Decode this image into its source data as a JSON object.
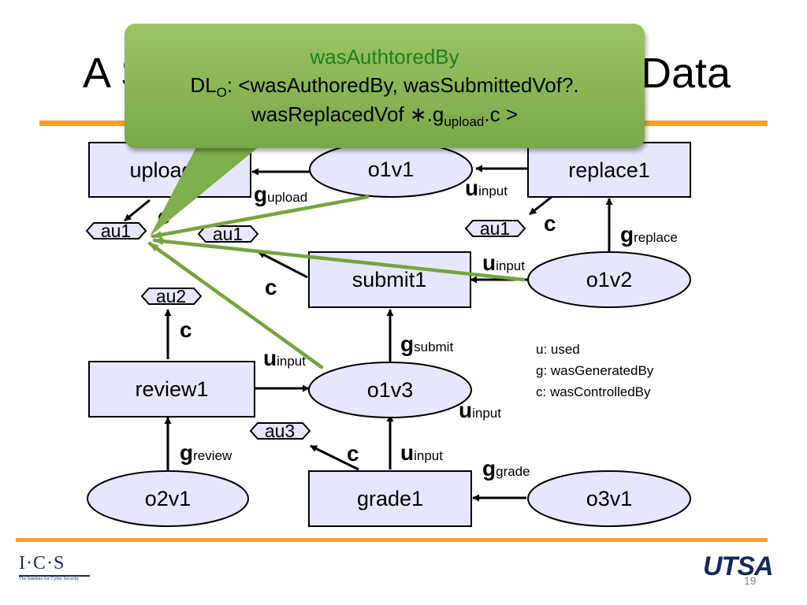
{
  "slide": {
    "title_left": "A S",
    "title_right": "Data",
    "page_number": "19"
  },
  "callout": {
    "title": "wasAuthtoredBy",
    "line1_prefix": "DL",
    "line1_sub": "O",
    "line1_rest": ": <wasAuthoredBy, wasSubmittedVof?.",
    "line2_prefix": "wasReplacedVof ∗.g",
    "line2_sub": "upload",
    "line2_rest": ".c >"
  },
  "diagram": {
    "processes": {
      "upload": "upload",
      "replace1": "replace1",
      "submit1": "submit1",
      "review1": "review1",
      "grade1": "grade1"
    },
    "artifacts": {
      "o1v1": "o1v1",
      "o1v2": "o1v2",
      "o1v3": "o1v3",
      "o2v1": "o2v1",
      "o3v1": "o3v1"
    },
    "agents": {
      "au1_a": "au1",
      "au1_b": "au1",
      "au1_c": "au1",
      "au2": "au2",
      "au3": "au3"
    },
    "edge_labels": {
      "c": "c",
      "g": "g",
      "u": "u",
      "input": "input",
      "upload": "upload",
      "replace": "replace",
      "submit": "submit",
      "review": "review",
      "grade": "grade"
    },
    "legend": {
      "u": "u: used",
      "g": "g: wasGeneratedBy",
      "c": "c: wasControlledBy"
    }
  },
  "logos": {
    "ics_text": "I·C·S",
    "ics_sub": "The Institute for Cyber Security",
    "utsa_text": "UTSA"
  },
  "colors": {
    "rule": "#F4A12A",
    "node_fill": "#E6E6FF",
    "callout": "#8DBA58",
    "callout_title": "#1E7F1E",
    "highlight_arrow": "#77A33F"
  }
}
